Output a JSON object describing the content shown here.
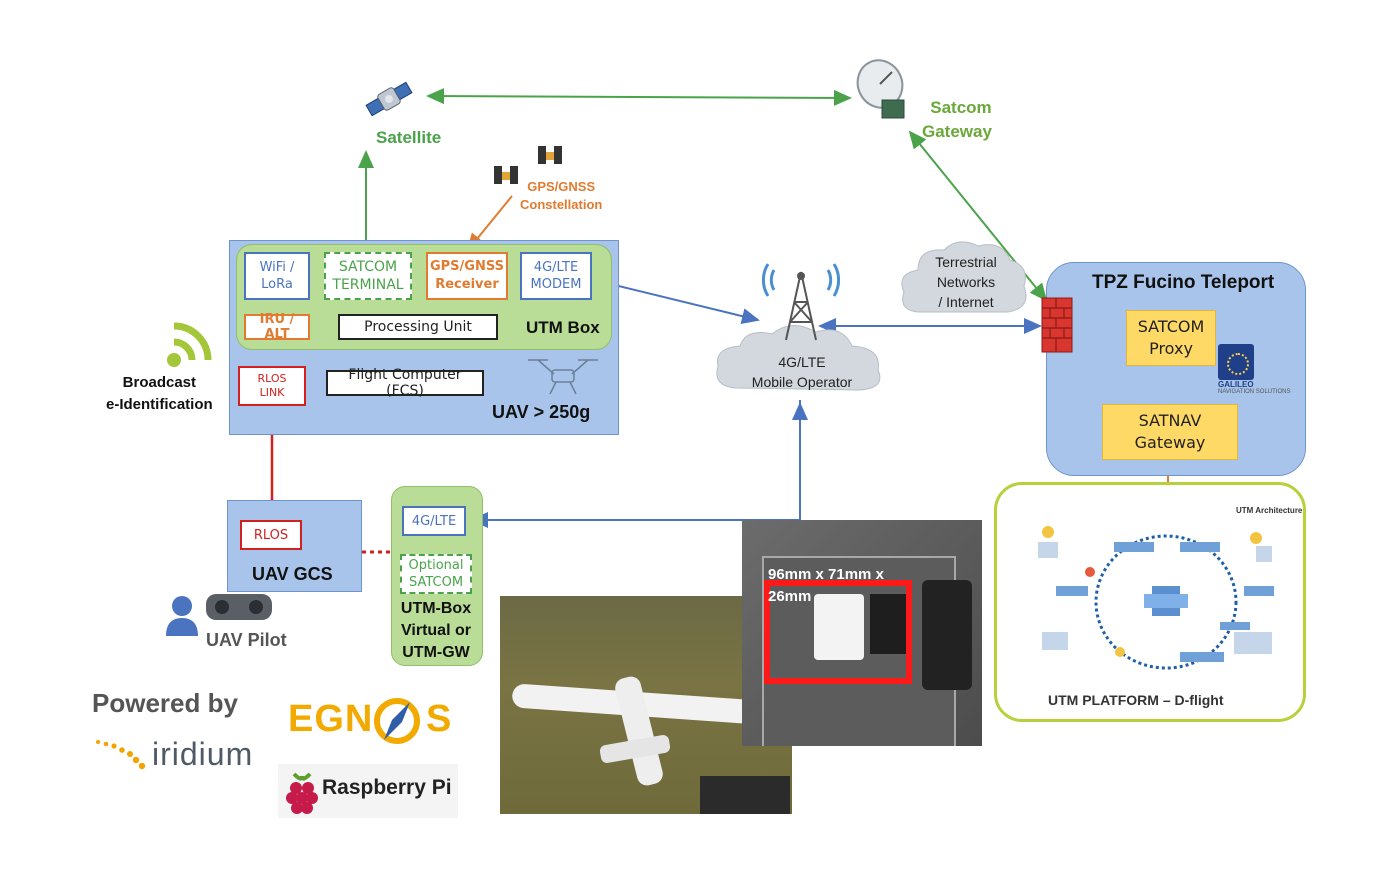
{
  "satellite": {
    "label": "Satellite"
  },
  "satcom_gateway": {
    "label_line1": "Satcom",
    "label_line2": "Gateway"
  },
  "gnss": {
    "label_line1": "GPS/GNSS",
    "label_line2": "Constellation"
  },
  "uav": {
    "panel_label": "UAV > 250g",
    "utm_box_label": "UTM Box",
    "wifi_line1": "WiFi /",
    "wifi_line2": "LoRa",
    "satcom_term_line1": "SATCOM",
    "satcom_term_line2": "TERMINAL",
    "gps_rx_line1": "GPS/GNSS",
    "gps_rx_line2": "Receiver",
    "modem_line1": "4G/LTE",
    "modem_line2": "MODEM",
    "iru": "IRU / ALT",
    "processing": "Processing Unit",
    "fcs": "Flight Computer (FCS)",
    "rlos_line1": "RLOS",
    "rlos_line2": "LINK"
  },
  "broadcast": {
    "line1": "Broadcast",
    "line2": "e-Identification"
  },
  "mobile_operator": {
    "line1": "4G/LTE",
    "line2": "Mobile Operator"
  },
  "terrestrial": {
    "line1": "Terrestrial",
    "line2": "Networks",
    "line3": "/ Internet"
  },
  "teleport": {
    "title": "TPZ Fucino Teleport",
    "proxy_line1": "SATCOM",
    "proxy_line2": "Proxy",
    "satnav_line1": "SATNAV",
    "satnav_line2": "Gateway",
    "logo_line1": "GALILEO",
    "logo_line2": "NAVIGATION SOLUTIONS"
  },
  "gcs": {
    "label": "UAV GCS",
    "rlos": "RLOS",
    "pilot": "UAV Pilot"
  },
  "utm_virtual": {
    "lte": "4G/LTE",
    "opt_line1": "Optional",
    "opt_line2": "SATCOM",
    "line1": "UTM-Box",
    "line2": "Virtual or",
    "line3": "UTM-GW"
  },
  "photo": {
    "dimensions_line1": "96mm x 71mm x",
    "dimensions_line2": "26mm"
  },
  "utm_platform": {
    "label": "UTM PLATFORM – D-flight",
    "header": "UTM Architecture"
  },
  "powered": {
    "label": "Powered by",
    "iridium": "iridium",
    "egnos_a": "EGN",
    "egnos_b": "S",
    "raspberry": "Raspberry Pi"
  },
  "colors": {
    "green_link": "#4aa34a",
    "blue_link": "#4a74c0",
    "red_link": "#d12020",
    "orange_link": "#e07b30",
    "panel_blue": "#a8c4ea",
    "panel_green": "#b9dc97",
    "egnos": "#f2a900"
  },
  "icons": [
    "satellite-icon",
    "dish-icon",
    "gnss-satellite-icon",
    "signal-icon",
    "tower-icon",
    "firewall-icon",
    "drone-icon",
    "pilot-icon",
    "controller-icon",
    "raspberry-icon",
    "egnos-compass-icon"
  ]
}
